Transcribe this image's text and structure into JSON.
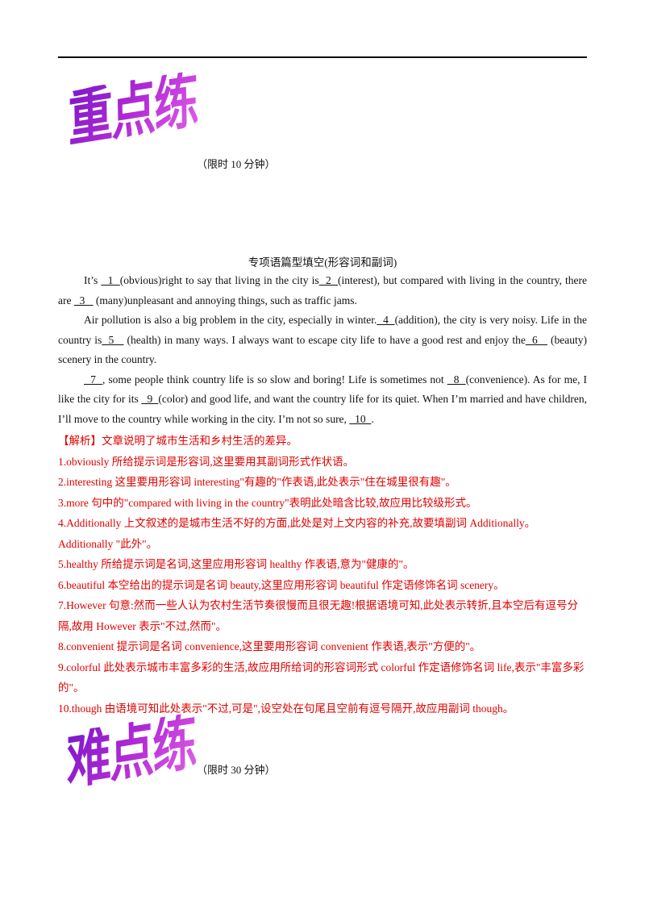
{
  "header": {
    "wordart_1": "重点练",
    "time_limit_1": "（限时 10 分钟）"
  },
  "section_title": "专项语篇型填空(形容词和副词)",
  "passage": {
    "p1": {
      "t1": "It’s ",
      "b1": "  1  ",
      "t2": "(obvious)right to say that living in the city is",
      "b2": "  2  ",
      "t3": "(interest), but compared with living in the country, there are ",
      "b3": "  3   ",
      "t4": " (many)unpleasant and annoying things, such as traffic jams."
    },
    "p2": {
      "t1": "Air pollution is also a big problem in the city, especially in winter.",
      "b4": "  4  ",
      "t2": "(addition), the city is very noisy. Life in the country is",
      "b5": "  5   ",
      "t3": " (health) in many ways. I always want to escape city life to have a good rest and enjoy the",
      "b6": "  6   ",
      "t4": " (beauty) scenery in the country."
    },
    "p3": {
      "b7": "  7  ",
      "t1": ", some people think country life is so slow and boring! Life is sometimes not ",
      "b8": "  8  ",
      "t2": "(convenience). As for me, I like the city for its ",
      "b9": "  9  ",
      "t3": "(color) and good life, and want the country life for its quiet. When I’m married and have children, I’ll move to the country while working in the city. I’m not so sure, ",
      "b10": "  10  ",
      "t4": "."
    }
  },
  "analysis": {
    "intro": "【解析】文章说明了城市生活和乡村生活的差异。",
    "items": [
      "1.obviously    所给提示词是形容词,这里要用其副词形式作状语。",
      "2.interesting    这里要用形容词 interesting\"有趣的\"作表语,此处表示\"住在城里很有趣\"。",
      "3.more    句中的\"compared with living in the country\"表明此处暗含比较,故应用比较级形式。",
      "4.Additionally    上文叙述的是城市生活不好的方面,此处是对上文内容的补充,故要填副词 Additionally。Additionally    \"此外\"。",
      "5.healthy    所给提示词是名词,这里应用形容词 healthy 作表语,意为\"健康的\"。",
      "6.beautiful    本空给出的提示词是名词 beauty,这里应用形容词 beautiful 作定语修饰名词 scenery。",
      "7.However    句意:然而一些人认为农村生活节奏很慢而且很无趣!根据语境可知,此处表示转折,且本空后有逗号分隔,故用 However 表示\"不过,然而\"。",
      "8.convenient    提示词是名词 convenience,这里要用形容词 convenient 作表语,表示\"方便的\"。",
      "9.colorful 此处表示城市丰富多彩的生活,故应用所给词的形容词形式 colorful 作定语修饰名词 life,表示\"丰富多彩的\"。",
      "10.though    由语境可知此处表示\"不过,可是\",设空处在句尾且空前有逗号隔开,故应用副词 though。"
    ]
  },
  "footer": {
    "wordart_2": "难点练",
    "time_limit_2": "（限时 30 分钟）"
  },
  "colors": {
    "answer_red": "#e00000",
    "wordart_purple": "#9a22d0"
  }
}
